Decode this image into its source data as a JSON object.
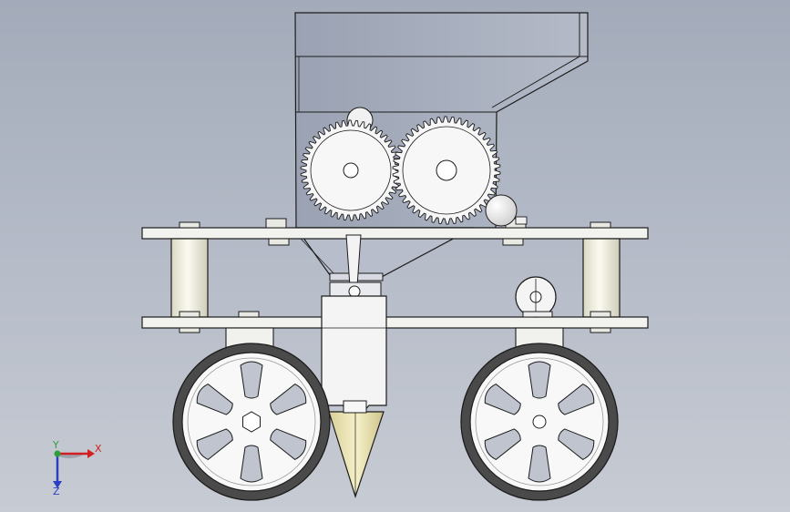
{
  "model": {
    "view": "front",
    "colors": {
      "background_top": "#a3abba",
      "background_bottom": "#c7cbd3",
      "hopper": "#a9b0bf",
      "plate": "#f2f2ee",
      "roller": "#f6f5e8",
      "tire": "#4a4a4a",
      "rim": "#f8f8f8",
      "gear": "#f7f7f7",
      "shoe": "#f4f4f4",
      "tip": "#efe7b4",
      "outline": "#1c1c1c"
    }
  },
  "triad": {
    "x_label": "X",
    "y_label": "Y",
    "z_label": "Z",
    "x_color": "#d21f1f",
    "y_color": "#2f9e3a",
    "z_color": "#2a3fc4"
  }
}
